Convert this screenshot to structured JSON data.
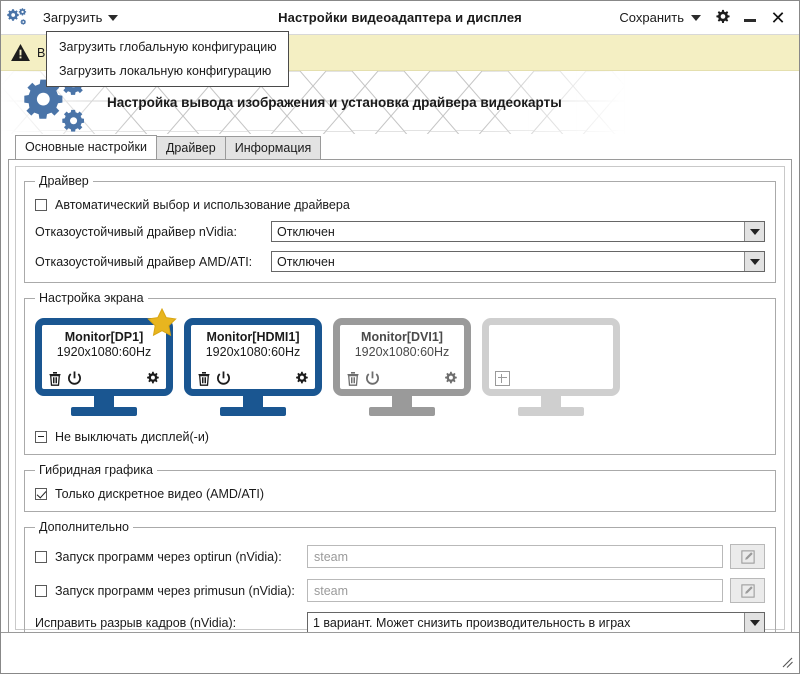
{
  "window": {
    "title": "Настройки видеоадаптера и дисплея",
    "app_icon": "gears-icon",
    "minimize_label": "—",
    "close_label": "✕"
  },
  "titlebar": {
    "load_menu_label": "Загрузить",
    "save_menu_label": "Сохранить",
    "settings_icon": "gear-icon"
  },
  "load_menu": {
    "open": true,
    "items": [
      {
        "label": "Загрузить глобальную конфигурацию"
      },
      {
        "label": "Загрузить локальную конфигурацию"
      }
    ]
  },
  "warning_bar": {
    "icon": "warning-triangle-icon",
    "text": "В"
  },
  "banner": {
    "icon": "gears-icon",
    "title": "Настройка вывода изображения и установка драйвера видеокарты"
  },
  "tabs": [
    {
      "label": "Основные настройки",
      "active": true
    },
    {
      "label": "Драйвер",
      "active": false
    },
    {
      "label": "Информация",
      "active": false
    }
  ],
  "driver_group": {
    "legend": "Драйвер",
    "auto_checkbox": {
      "label": "Автоматический выбор и использование драйвера",
      "checked": false
    },
    "nvidia": {
      "label": "Отказоустойчивый драйвер nVidia:",
      "value": "Отключен"
    },
    "amd": {
      "label": "Отказоустойчивый драйвер AMD/ATI:",
      "value": "Отключен"
    }
  },
  "screen_group": {
    "legend": "Настройка экрана",
    "monitors": [
      {
        "name": "Monitor[DP1]",
        "res": "1920x1080:60Hz",
        "state": "on",
        "primary": true,
        "delete_icon": "trash-icon",
        "power_icon": "power-icon",
        "settings_icon": "gear-icon"
      },
      {
        "name": "Monitor[HDMI1]",
        "res": "1920x1080:60Hz",
        "state": "on",
        "primary": false,
        "delete_icon": "trash-icon",
        "power_icon": "power-icon",
        "settings_icon": "gear-icon"
      },
      {
        "name": "Monitor[DVI1]",
        "res": "1920x1080:60Hz",
        "state": "off",
        "primary": false,
        "delete_icon": "trash-icon",
        "power_icon": "power-icon",
        "settings_icon": "gear-icon"
      },
      {
        "name": "",
        "res": "",
        "state": "empty",
        "primary": false,
        "add_icon": "plus-icon"
      }
    ],
    "keep_on_checkbox": {
      "label": "Не выключать дисплей(-и)",
      "state": "indeterminate"
    }
  },
  "hybrid_group": {
    "legend": "Гибридная графика",
    "discrete_checkbox": {
      "label": "Только дискретное видео (AMD/ATI)",
      "checked": true
    }
  },
  "extra_group": {
    "legend": "Дополнительно",
    "optirun": {
      "label": "Запуск программ через optirun (nVidia):",
      "checked": false,
      "placeholder": "steam",
      "edit_icon": "pencil-icon"
    },
    "primusrun": {
      "label": "Запуск программ через primusun (nVidia):",
      "checked": false,
      "placeholder": "steam",
      "edit_icon": "pencil-icon"
    },
    "tearfix": {
      "label": "Исправить разрыв кадров (nVidia):",
      "value": "1 вариант. Может снизить производительность в играх"
    }
  },
  "statusbar": {
    "resize_grip_icon": "resize-grip-icon"
  },
  "colors": {
    "monitor_active": "#1a5691",
    "monitor_off": "#9a9a9a",
    "monitor_empty": "#cfcfcf",
    "star": "#e8b51f",
    "warning_bg": "#f4efc3",
    "gear_blue": "#4a74a8"
  }
}
